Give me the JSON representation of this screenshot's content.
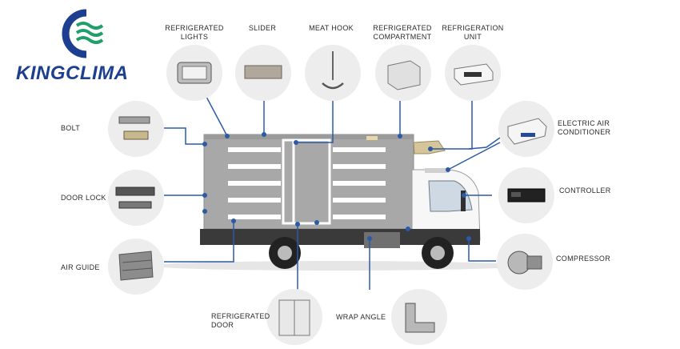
{
  "brand": {
    "name": "KINGCLIMA",
    "primary_color": "#1d3f8f",
    "accent_color": "#1fa06a"
  },
  "components": {
    "refrigerated_lights": "REFRIGERATED\nLIGHTS",
    "slider": "SLIDER",
    "meat_hook": "MEAT HOOK",
    "refrigerated_compartment": "REFRIGERATED\nCOMPARTMENT",
    "refrigeration_unit": "REFRIGERATION\nUNIT",
    "electric_air_conditioner": "ELECTRIC AIR\nCONDITIONER",
    "bolt": "BOLT",
    "door_lock": "DOOR LOCK",
    "air_guide": "AIR GUIDE",
    "controller": "CONTROLLER",
    "compressor": "COMPRESSOR",
    "refrigerated_door": "REFRIGERATED\nDOOR",
    "wrap_angle": "WRAP ANGLE"
  },
  "colors": {
    "connector_line": "#2a5aa8",
    "component_circle": "#ededed",
    "truck_box": "#a9a9a9",
    "cab": "#f7f7f7"
  }
}
